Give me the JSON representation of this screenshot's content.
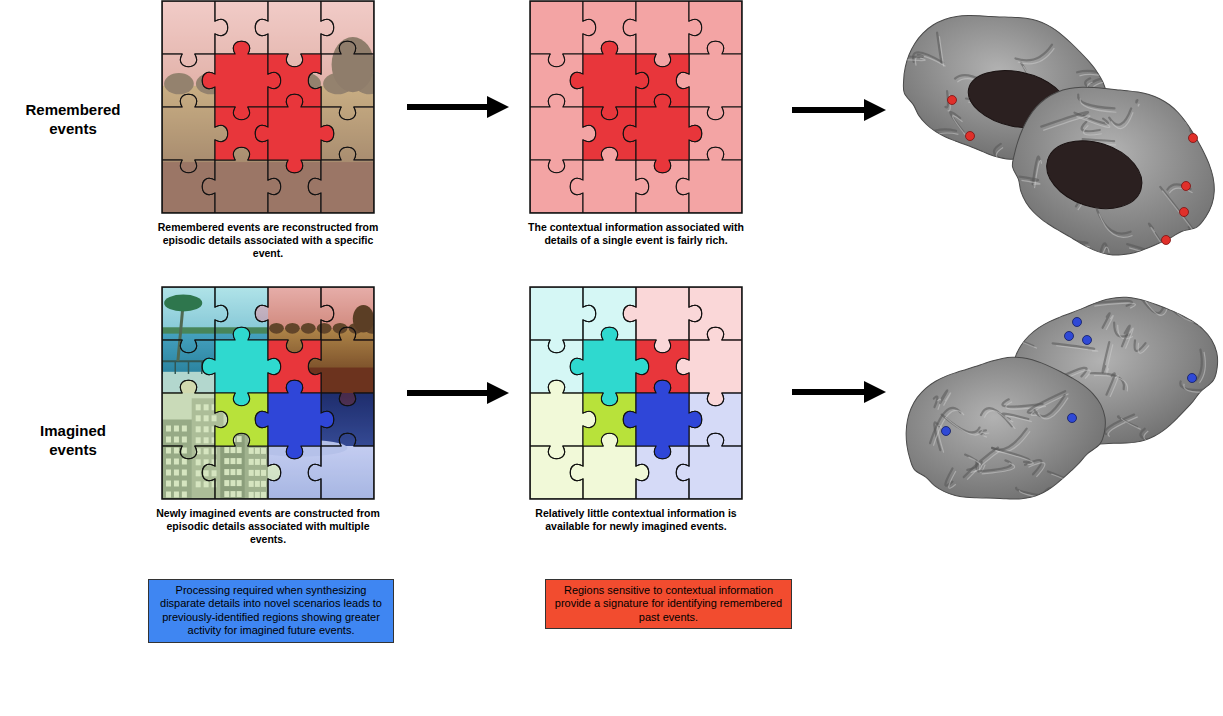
{
  "diagram": {
    "nodes": [
      {
        "text": [
          "Remembered events are reconstructed from episodic details associated with a specific event."
        ]
      },
      {
        "text": [
          "The contextual information associated with details of a single event is fairly rich."
        ]
      },
      {
        "text": [
          "Newly imagined events are constructed from episodic details associated with multiple events."
        ]
      },
      {
        "text": [
          "Relatively little contextual information is available for newly imagined events."
        ]
      },
      {
        "text": [
          "Processing required when synthesizing disparate details into novel scenarios leads to previously-identified regions showing greater activity for imagined future events."
        ]
      },
      {
        "text": [
          "Regions sensitive to contextual information provide a signature for identifying remembered past events."
        ]
      }
    ],
    "edges": [
      {
        "from": 0,
        "to": 1,
        "arrow": "to"
      },
      {
        "from": 2,
        "to": 3,
        "arrow": "to"
      }
    ],
    "labels": [
      "Remembered events",
      "Imagined events"
    ]
  }
}
